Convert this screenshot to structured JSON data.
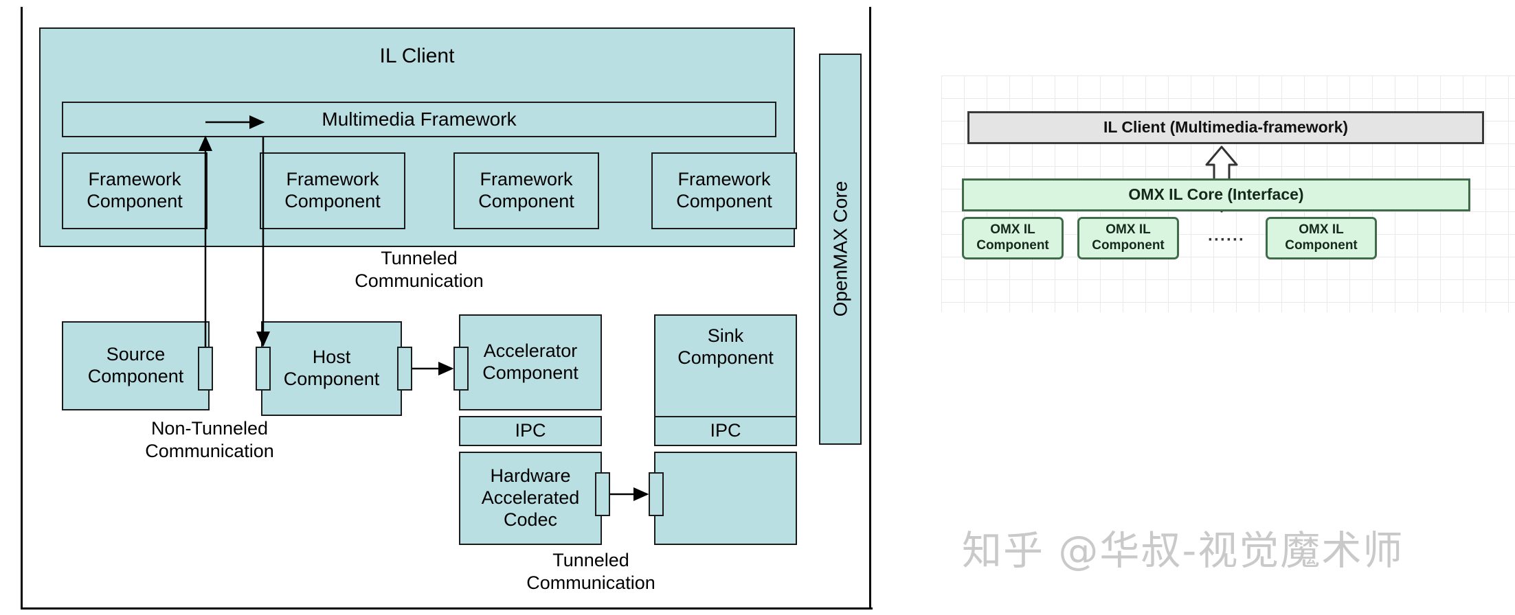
{
  "left_diagram": {
    "il_client": "IL Client",
    "multimedia_framework": "Multimedia Framework",
    "framework_components": [
      "Framework\nComponent",
      "Framework\nComponent",
      "Framework\nComponent",
      "Framework\nComponent"
    ],
    "openmax_core": "OpenMAX Core",
    "source_component": "Source\nComponent",
    "host_component": "Host\nComponent",
    "accelerator_component": "Accelerator\nComponent",
    "accelerator_ipc": "IPC",
    "hardware_accelerated_codec": "Hardware\nAccelerated\nCodec",
    "sink_component": "Sink\nComponent",
    "sink_ipc": "IPC",
    "captions": {
      "tunneled_top": "Tunneled\nCommunication",
      "non_tunneled": "Non-Tunneled\nCommunication",
      "tunneled_bottom": "Tunneled\nCommunication"
    }
  },
  "right_diagram": {
    "il_client": "IL Client (Multimedia-framework)",
    "omx_il_core": "OMX IL Core  (Interface)",
    "components": [
      "OMX IL\nComponent",
      "OMX IL\nComponent",
      "OMX IL\nComponent"
    ],
    "ellipsis": "······"
  },
  "watermark": "知乎 @华叔-视觉魔术师",
  "colors": {
    "teal_fill": "#b9dfe3",
    "box_border": "#1a1a1a",
    "green_fill": "#d9f5e0",
    "green_border": "#3f6b4b",
    "gray_fill": "#e4e4e4",
    "gray_border": "#3a3a3a",
    "grid_line": "#e9e9e9",
    "watermark_color": "#c9c9c9"
  }
}
